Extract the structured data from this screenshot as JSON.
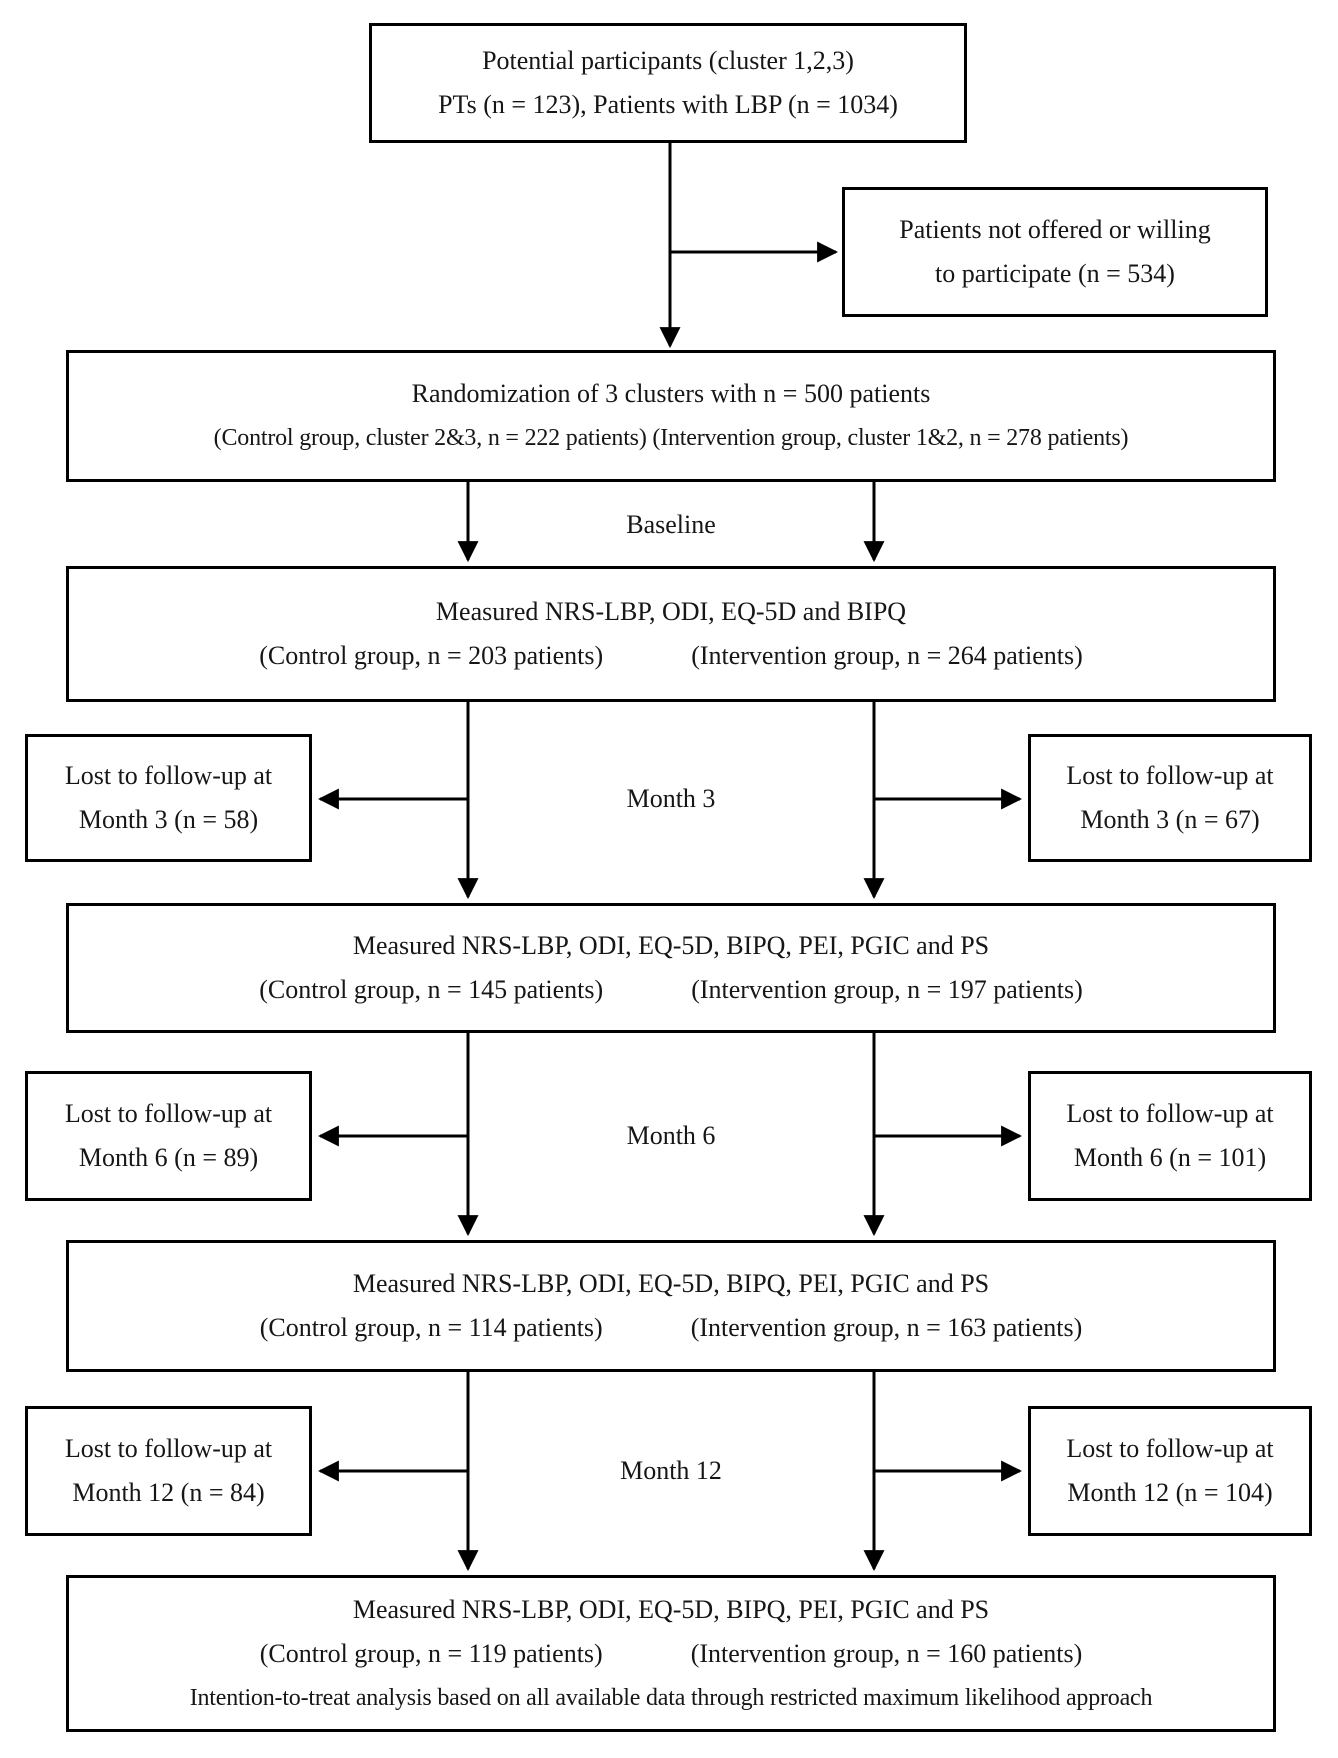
{
  "figure": {
    "type": "participant-flow-diagram",
    "colors": {
      "line": "#000000",
      "text": "#161616",
      "background": "#ffffff"
    },
    "boxes": {
      "potential": {
        "line1": "Potential participants (cluster 1,2,3)",
        "line2": "PTs (n = 123), Patients with LBP (n = 1034)"
      },
      "not_offered": {
        "line1": "Patients not offered or willing",
        "line2": "to participate (n = 534)"
      },
      "randomization": {
        "line1": "Randomization of 3 clusters with n = 500 patients",
        "line2": "(Control group, cluster 2&3, n = 222 patients) (Intervention group, cluster 1&2, n = 278 patients)"
      },
      "measure_baseline": {
        "line1": "Measured NRS-LBP, ODI, EQ-5D and BIPQ",
        "control": "(Control group, n = 203 patients)",
        "intervention": "(Intervention group, n = 264 patients)"
      },
      "measure_month3": {
        "line1": "Measured NRS-LBP, ODI, EQ-5D, BIPQ, PEI, PGIC and PS",
        "control": "(Control group, n = 145 patients)",
        "intervention": "(Intervention group, n = 197 patients)"
      },
      "measure_month6": {
        "line1": "Measured NRS-LBP, ODI, EQ-5D, BIPQ, PEI, PGIC and PS",
        "control": "(Control group, n = 114 patients)",
        "intervention": "(Intervention group, n = 163 patients)"
      },
      "measure_month12": {
        "line1": "Measured NRS-LBP, ODI, EQ-5D, BIPQ, PEI, PGIC and PS",
        "control": "(Control group, n = 119 patients)",
        "intervention": "(Intervention group, n = 160 patients)",
        "note": "Intention-to-treat analysis based on all available data through restricted maximum likelihood approach"
      },
      "lost_m3_control": {
        "line1": "Lost to follow-up at",
        "line2": "Month 3 (n = 58)"
      },
      "lost_m3_intervention": {
        "line1": "Lost to follow-up at",
        "line2": "Month 3 (n = 67)"
      },
      "lost_m6_control": {
        "line1": "Lost to follow-up at",
        "line2": "Month 6 (n = 89)"
      },
      "lost_m6_intervention": {
        "line1": "Lost to follow-up at",
        "line2": "Month 6 (n = 101)"
      },
      "lost_m12_control": {
        "line1": "Lost to follow-up at",
        "line2": "Month 12 (n = 84)"
      },
      "lost_m12_intervention": {
        "line1": "Lost to follow-up at",
        "line2": "Month 12 (n = 104)"
      }
    },
    "timeline_labels": {
      "baseline": "Baseline",
      "month3": "Month 3",
      "month6": "Month 6",
      "month12": "Month 12"
    }
  }
}
